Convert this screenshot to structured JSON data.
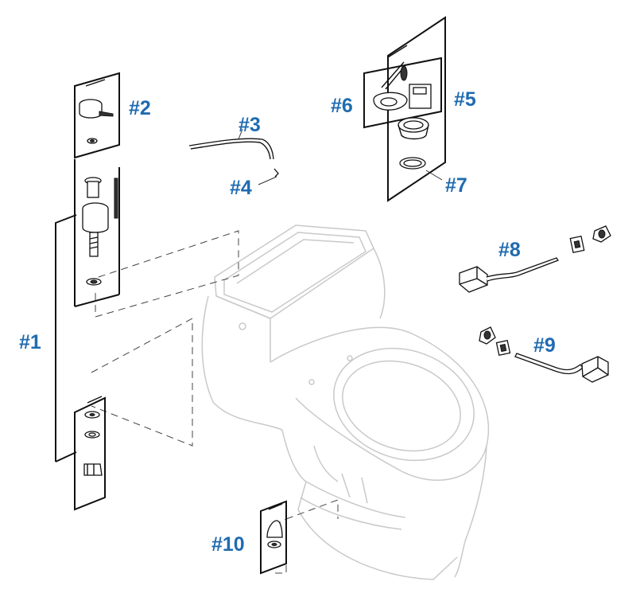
{
  "callouts": {
    "c1": "#1",
    "c2": "#2",
    "c3": "#3",
    "c4": "#4",
    "c5": "#5",
    "c6": "#6",
    "c7": "#7",
    "c8": "#8",
    "c9": "#9",
    "c10": "#10"
  },
  "colors": {
    "callout": "#1f6bb0",
    "toilet_outline": "#c9c9c9",
    "part_lines": "#111111"
  }
}
